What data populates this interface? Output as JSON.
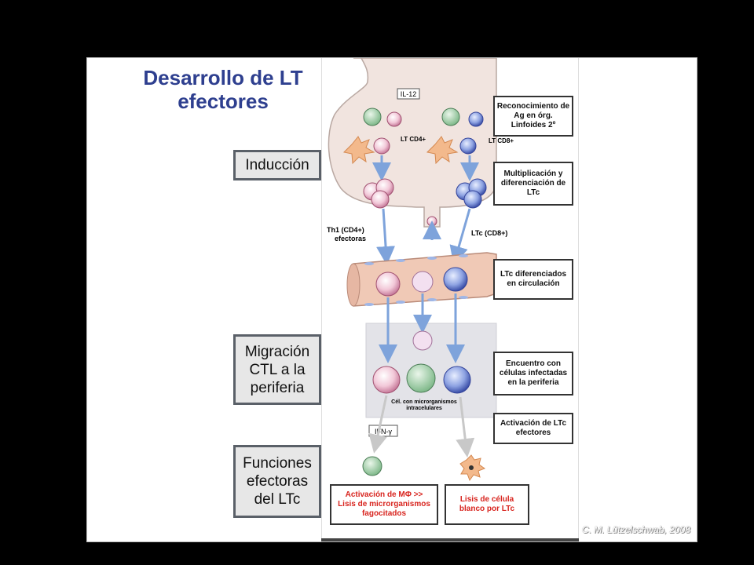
{
  "title": "Desarrollo de LT efectores",
  "stages": {
    "induction": "Inducción",
    "migration": "Migración CTL a la periferia",
    "functions": "Funciones efectoras del LTc"
  },
  "figure": {
    "il12": "IL-12",
    "lt_cd4": "LT CD4+",
    "lt_cd8": "LT CD8+",
    "th1": "Th1 (CD4+) efectoras",
    "ltc_cd8": "LTc (CD8+)",
    "infected_cell": "Cél. con microrganismos intracelulares",
    "ifn": "IFN-γ"
  },
  "labels": {
    "recognition": "Reconocimiento de Ag en órg. Linfoides 2º",
    "multiplication": "Multiplicación y diferenciación de LTc",
    "circulation": "LTc diferenciados en circulación",
    "encounter": "Encuentro con células infectadas en la periferia",
    "activation": "Activación de LTc efectores",
    "macrophage": "Activación de MΦ >> Lisis de microrganismos fagocitados",
    "lysis": "Lisis de célula blanco por LTc"
  },
  "credit": "C. M. Lützelschwab, 2008",
  "colors": {
    "title": "#2e3f8f",
    "stage_bg": "#e7e7e7",
    "organ": "#f1e4df",
    "vessel": "#f0c9b6",
    "arrow": "#8fb0e0",
    "red_text": "#d8241e"
  }
}
